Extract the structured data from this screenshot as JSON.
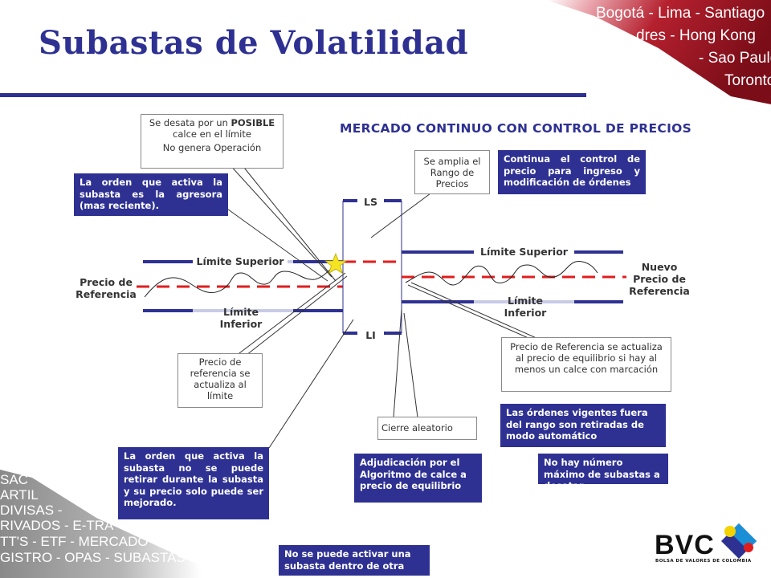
{
  "title": "Subastas de Volatilidad",
  "subtitle": "MERCADO CONTINUO CON CONTROL DE PRECIOS",
  "banner_top": [
    "Bogotá - Lima - Santiago",
    "dres - Hong Kong",
    "- Sao Paulo",
    "Toronto"
  ],
  "banner_bottom": [
    "SAC",
    "ARTIL",
    "DIVISAS -",
    "RIVADOS - E-TRA",
    "TT'S - ETF - MERCADO",
    "GISTRO - OPAS - SUBASTAS -"
  ],
  "labels": {
    "ls": "LS",
    "li": "LI",
    "limite_superior_left": "Límite Superior",
    "limite_inferior_left": [
      "Límite",
      "Inferior"
    ],
    "limite_superior_right": "Límite Superior",
    "limite_inferior_right": [
      "Límite",
      "Inferior"
    ],
    "precio_referencia": [
      "Precio de",
      "Referencia"
    ],
    "nuevo_precio_referencia": [
      "Nuevo",
      "Precio de",
      "Referencia"
    ]
  },
  "notes": {
    "posible_calce": {
      "pre": "Se desata por un ",
      "bold": "POSIBLE",
      "post": " calce en el límite",
      "line2": "No genera Operación"
    },
    "amplia_rango": "Se amplia el Rango de Precios",
    "precio_ref_limite": "Precio de referencia se actualiza al límite",
    "precio_ref_equilibrio": "Precio de Referencia se actualiza al precio de equilibrio si hay al menos un calce con marcación",
    "cierre_aleatorio": "Cierre aleatorio"
  },
  "blue_notes": {
    "orden_agresora": "La orden que activa la subasta es la agresora (mas reciente).",
    "continua_control": "Continua el control de precio para ingreso y modificación de órdenes",
    "orden_no_retirar": "La orden que activa la subasta no se puede retirar durante la subasta y su precio solo puede ser mejorado.",
    "adjudicacion": "Adjudicación por el Algoritmo de calce a precio de equilibrio",
    "ordenes_retiradas": "Las órdenes vigentes fuera del rango son retiradas de modo automático",
    "no_maximo": "No hay número máximo de subastas a desatar",
    "no_activar": "No se puede activar una subasta dentro de otra"
  },
  "logo": {
    "name": "BVC",
    "tagline": "BOLSA DE VALORES DE COLOMBIA"
  },
  "colors": {
    "brand_blue": "#2e3192",
    "reference_red": "#e11d1d",
    "star_yellow": "#f4e422"
  }
}
